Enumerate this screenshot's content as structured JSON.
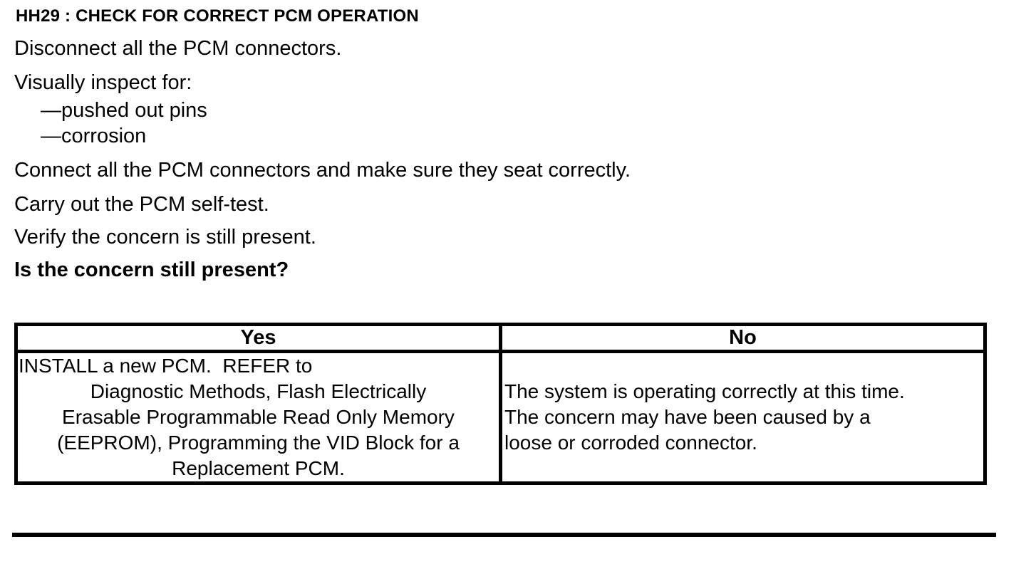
{
  "document": {
    "heading": "HH29 : CHECK FOR CORRECT PCM OPERATION",
    "steps": [
      "Disconnect all the PCM connectors.",
      "Visually inspect for:",
      "—pushed out pins",
      "—corrosion",
      "Connect all the PCM connectors and make sure they seat correctly.",
      "Carry out the PCM self-test.",
      "Verify the concern is still present.",
      "Is the concern still present?"
    ],
    "result_table": {
      "yes_header": "Yes",
      "no_header": "No",
      "yes_cell_lines": [
        "INSTALL a new PCM.  REFER to",
        "Diagnostic Methods, Flash Electrically",
        "Erasable Programmable Read Only Memory",
        "(EEPROM), Programming the VID Block for a",
        "Replacement PCM."
      ],
      "no_cell_lines": [
        "The system is operating correctly at this time.",
        "The concern may have been caused by a",
        "loose or corroded connector."
      ]
    },
    "colors": {
      "foreground": "#000000",
      "background": "#ffffff"
    }
  }
}
